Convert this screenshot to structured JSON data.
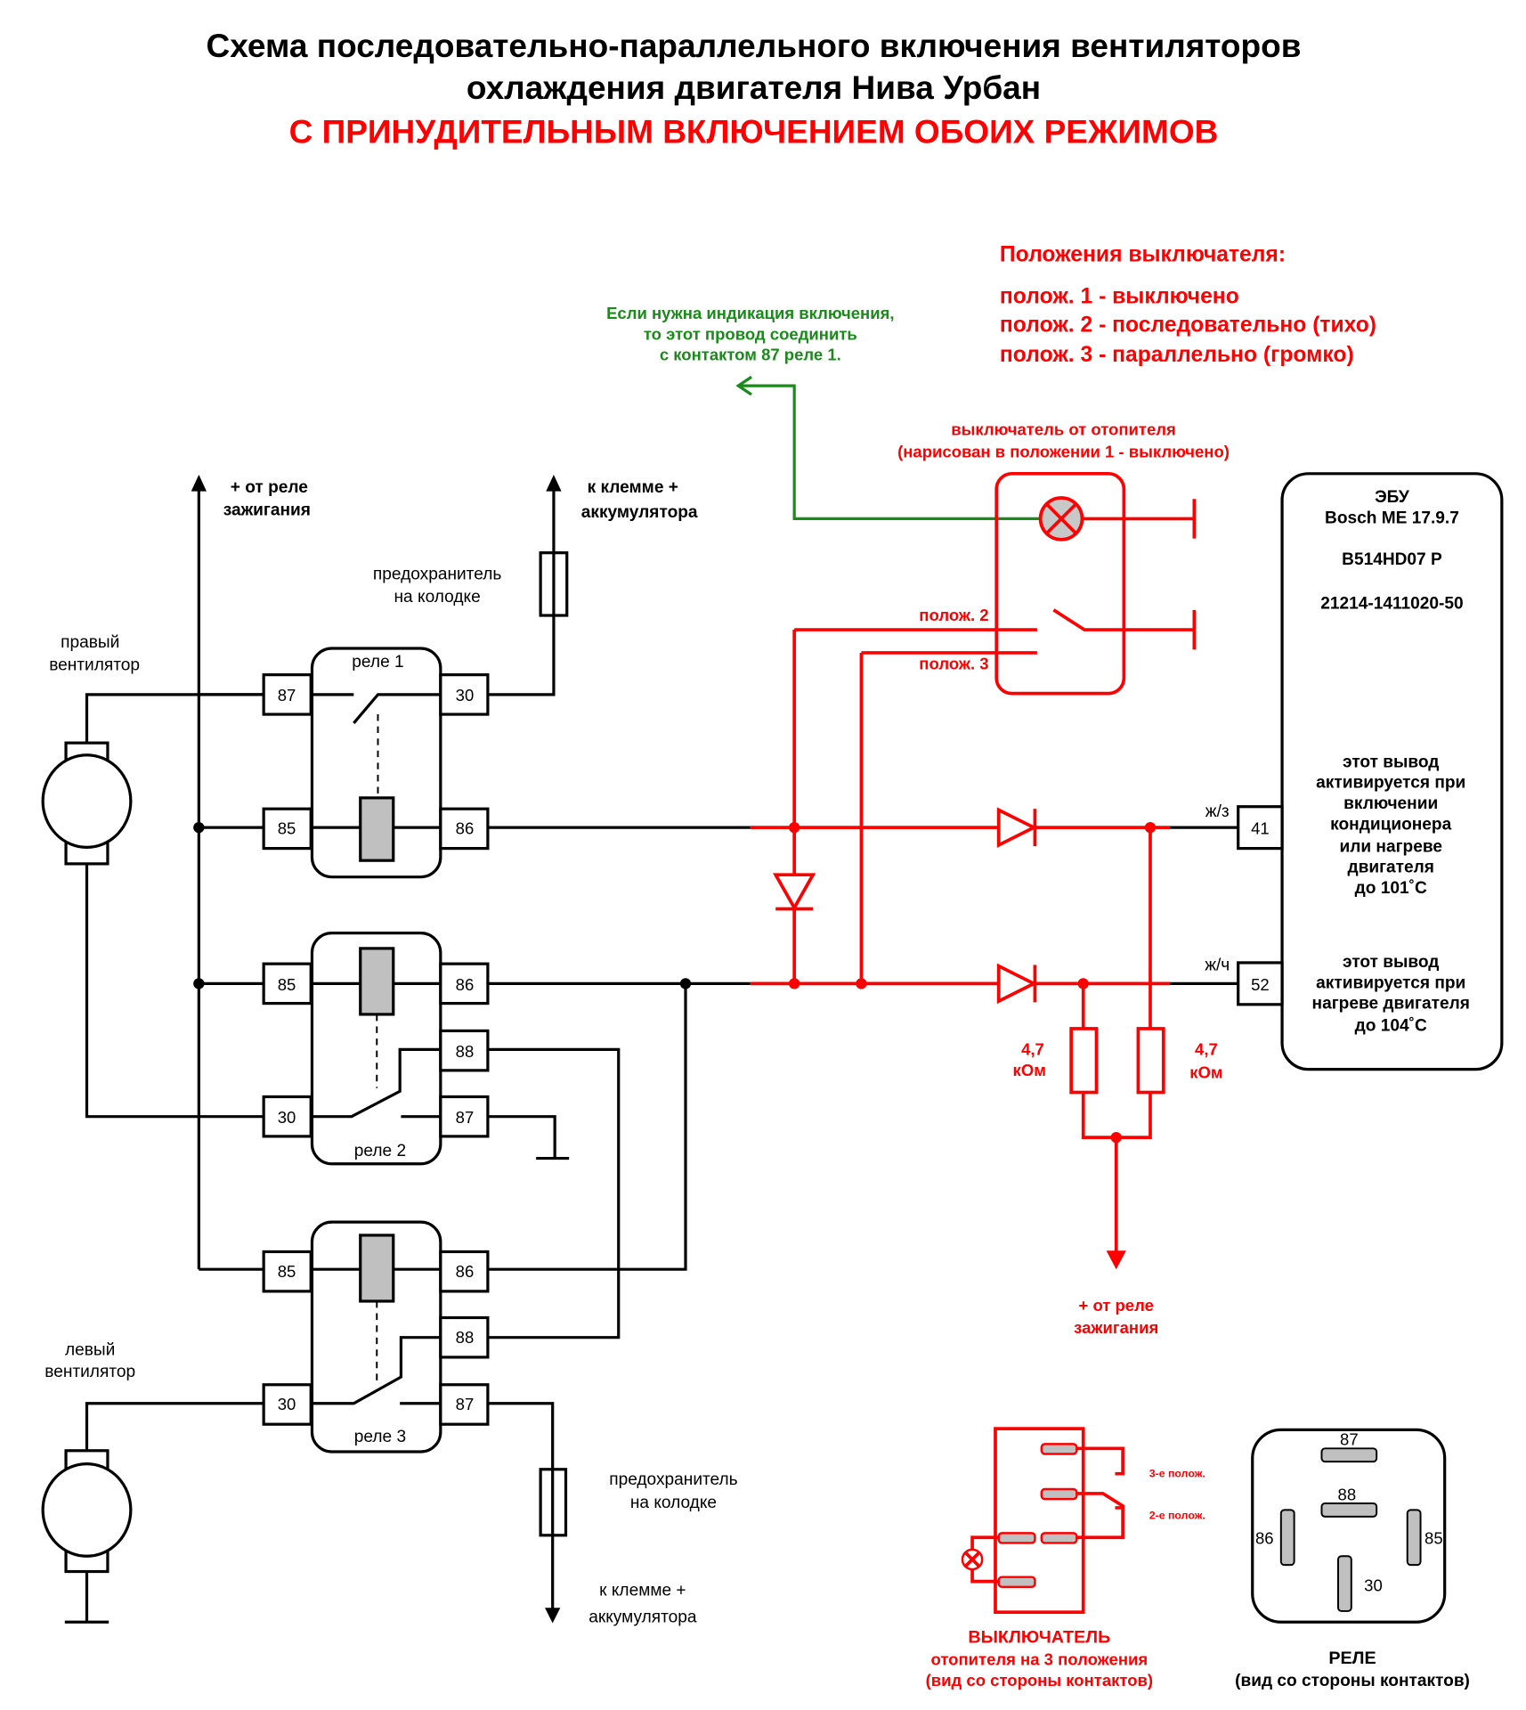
{
  "title": {
    "line1": "Схема последовательно-параллельного включения вентиляторов",
    "line2": "охлаждения двигателя Нива Урбан",
    "line3": "С ПРИНУДИТЕЛЬНЫМ ВКЛЮЧЕНИЕМ ОБОИХ РЕЖИМОВ"
  },
  "positions_legend": {
    "heading": "Положения выключателя:",
    "items": [
      "полож. 1 - выключено",
      "полож. 2 - последовательно (тихо)",
      "полож. 3 - параллельно (громко)"
    ]
  },
  "indication_note": {
    "lines": [
      "Если нужна индикация включения,",
      "то этот провод соединить",
      "с контактом 87 реле 1."
    ]
  },
  "heater_switch": {
    "caption_line1": "выключатель от отопителя",
    "caption_line2": "(нарисован в положении 1 - выключено)",
    "pos2_label": "полож. 2",
    "pos3_label": "полож. 3"
  },
  "ecu": {
    "name": "ЭБУ",
    "model": "Bosch ME 17.9.7",
    "code1": "B514HD07 P",
    "code2": "21214-1411020-50",
    "pin41": {
      "number": "41",
      "wire": "ж/з",
      "desc": [
        "этот вывод",
        "активируется при",
        "включении",
        "кондиционера",
        "или нагреве",
        "двигателя",
        "до 101˚С"
      ]
    },
    "pin52": {
      "number": "52",
      "wire": "ж/ч",
      "desc": [
        "этот вывод",
        "активируется при",
        "нагреве двигателя",
        "до 104˚С"
      ]
    }
  },
  "labels": {
    "ignition_top": [
      "+ от реле",
      "зажигания"
    ],
    "battery_top": [
      "к клемме +",
      "аккумулятора"
    ],
    "fuse_top": [
      "предохранитель",
      "на колодке"
    ],
    "right_fan": [
      "правый",
      "вентилятор"
    ],
    "left_fan": [
      "левый",
      "вентилятор"
    ],
    "fuse_bottom": [
      "предохранитель",
      "на колодке"
    ],
    "battery_bottom": [
      "к клемме +",
      "аккумулятора"
    ],
    "ignition_bottom": [
      "+ от реле",
      "зажигания"
    ],
    "resistor_left": [
      "4,7",
      "кОм"
    ],
    "resistor_right": [
      "4,7",
      "кОм"
    ]
  },
  "relays": [
    {
      "name": "реле 1",
      "pins": {
        "p87": "87",
        "p85": "85",
        "p30": "30",
        "p86": "86"
      }
    },
    {
      "name": "реле 2",
      "pins": {
        "p85": "85",
        "p30": "30",
        "p86": "86",
        "p88": "88",
        "p87": "87"
      }
    },
    {
      "name": "реле 3",
      "pins": {
        "p85": "85",
        "p30": "30",
        "p86": "86",
        "p88": "88",
        "p87": "87"
      }
    }
  ],
  "switch_pinout": {
    "pos3": "3-е полож.",
    "pos2": "2-е полож.",
    "caption": [
      "ВЫКЛЮЧАТЕЛЬ",
      "отопителя на 3 положения",
      "(вид со стороны контактов)"
    ]
  },
  "relay_pinout": {
    "pins": [
      "87",
      "88",
      "86",
      "85",
      "30"
    ],
    "caption": [
      "РЕЛЕ",
      "(вид со стороны контактов)"
    ]
  }
}
